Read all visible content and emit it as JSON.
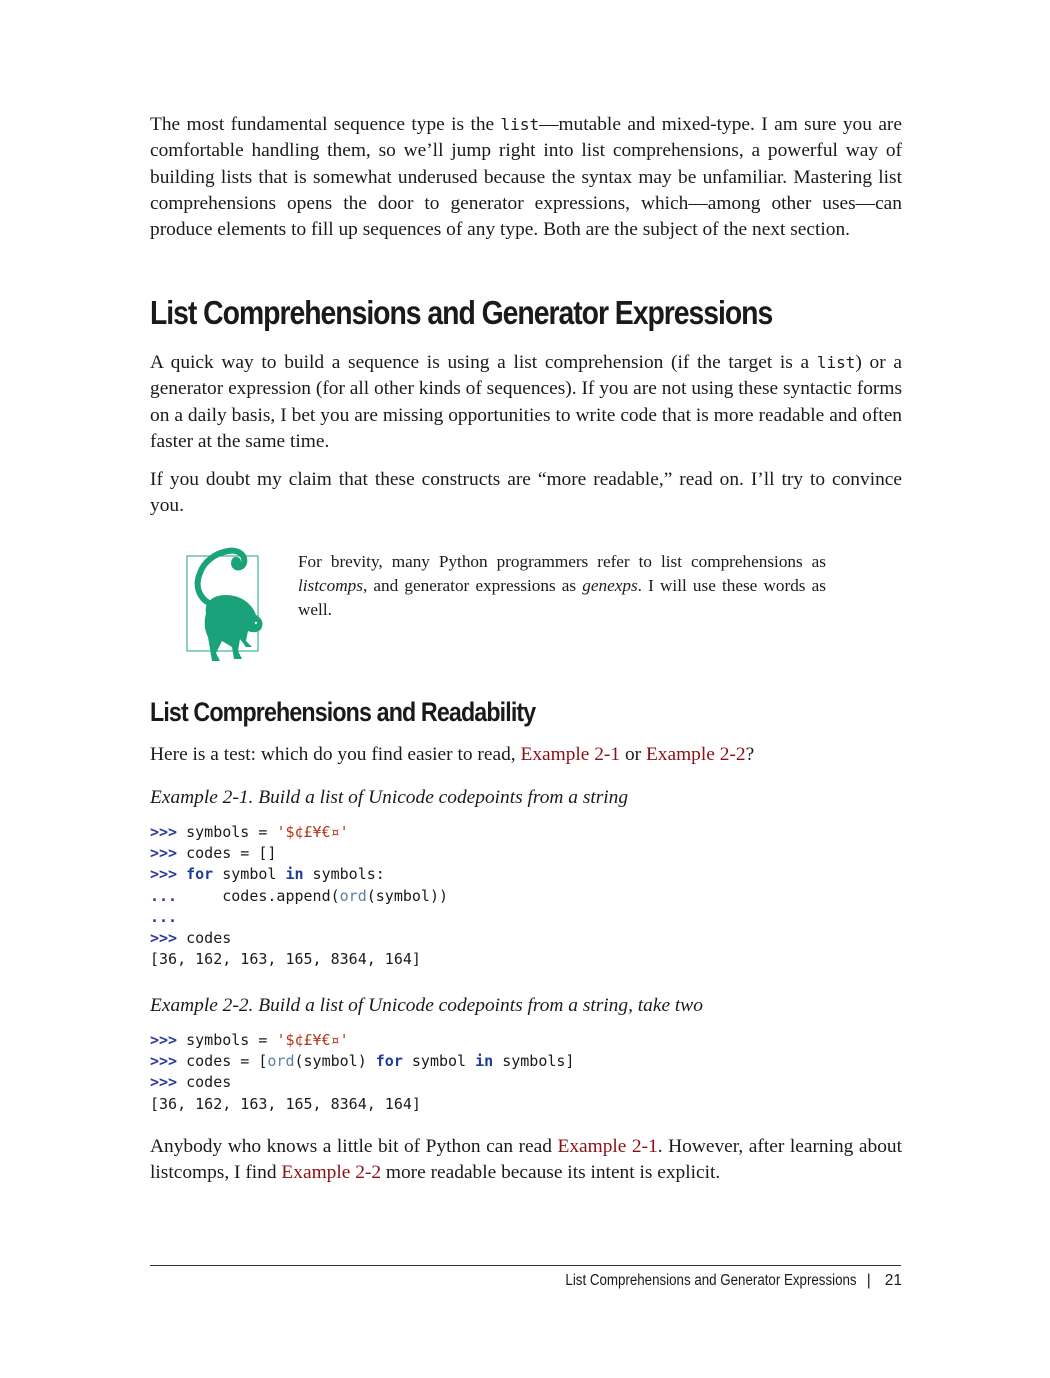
{
  "intro": {
    "t1": "The most fundamental sequence type is the ",
    "code": "list",
    "t2": "—mutable and mixed-type. I am sure you are comfortable handling them, so we’ll jump right into list comprehensions, a powerful way of building lists that is somewhat underused because the syntax may be unfamiliar. Mastering list comprehensions opens the door to generator expressions, which—among other uses—can produce elements to fill up sequences of any type. Both are the subject of the next section."
  },
  "section1": {
    "heading": "List Comprehensions and Generator Expressions",
    "p1_a": "A quick way to build a sequence is using a list comprehension (if the target is a ",
    "p1_code": "list",
    "p1_b": ") or a generator expression (for all other kinds of sequences). If you are not using these syntactic forms on a daily basis, I bet you are missing opportunities to write code that is more readable and often faster at the same time.",
    "p2": "If you doubt my claim that these constructs are “more readable,” read on. I’ll try to convince you."
  },
  "note": {
    "icon": "lemur-icon",
    "t1": "For brevity, many Python programmers refer to list comprehensions as ",
    "em1": "listcomps",
    "t2": ", and generator expressions as ",
    "em2": "genexps",
    "t3": ". I will use these words as well.",
    "color": "#1aa37a"
  },
  "section2": {
    "heading": "List Comprehensions and Readability",
    "p1_a": "Here is a test: which do you find easier to read, ",
    "p1_ref1": "Example 2-1",
    "p1_b": " or ",
    "p1_ref2": "Example 2-2",
    "p1_c": "?"
  },
  "example1": {
    "caption": "Example 2-1. Build a list of Unicode codepoints from a string",
    "prompt": ">>>",
    "cont": "...",
    "l1a": " symbols = ",
    "l1s": "'$¢£¥€¤'",
    "l2": " codes = []",
    "l3kw": "for",
    "l3a": " symbol ",
    "l3in": "in",
    "l3b": " symbols:",
    "l4a": "     codes.append(",
    "l4ord": "ord",
    "l4b": "(symbol))",
    "l6": " codes",
    "output": "[36, 162, 163, 165, 8364, 164]"
  },
  "example2": {
    "caption": "Example 2-2. Build a list of Unicode codepoints from a string, take two",
    "prompt": ">>>",
    "l1a": " symbols = ",
    "l1s": "'$¢£¥€¤'",
    "l2a": " codes = [",
    "l2ord": "ord",
    "l2b": "(symbol) ",
    "l2for": "for",
    "l2c": " symbol ",
    "l2in": "in",
    "l2d": " symbols]",
    "l3": " codes",
    "output": "[36, 162, 163, 165, 8364, 164]"
  },
  "closing": {
    "t1": "Anybody who knows a little bit of Python can read ",
    "ref1": "Example 2-1",
    "t2": ". However, after learning about listcomps, I find ",
    "ref2": "Example 2-2",
    "t3": " more readable because its intent is explicit."
  },
  "footer": {
    "title": "List Comprehensions and Generator Expressions",
    "separator": "|",
    "page": "21"
  },
  "colors": {
    "xref": "#8b0e12",
    "keyword": "#1f3b99",
    "string": "#b5371a",
    "prompt": "#2e3a9b"
  }
}
